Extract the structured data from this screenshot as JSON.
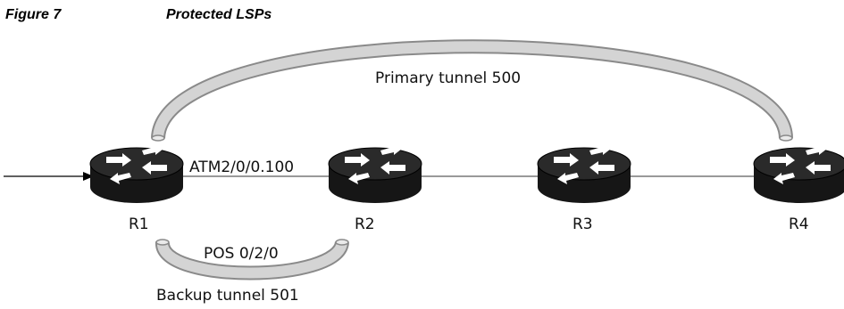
{
  "figure": {
    "number": "Figure 7",
    "title": "Protected LSPs"
  },
  "routers": [
    {
      "id": "R1",
      "label": "R1"
    },
    {
      "id": "R2",
      "label": "R2"
    },
    {
      "id": "R3",
      "label": "R3"
    },
    {
      "id": "R4",
      "label": "R4"
    }
  ],
  "links": {
    "r1_r2_interface": "ATM2/0/0.100",
    "backup_interface": "POS 0/2/0"
  },
  "tunnels": {
    "primary": "Primary tunnel 500",
    "backup": "Backup tunnel 501"
  },
  "colors": {
    "tunnel_fill": "#d4d4d4",
    "tunnel_stroke": "#8a8a8a",
    "router_body": "#161616",
    "router_arrows": "#ffffff"
  }
}
